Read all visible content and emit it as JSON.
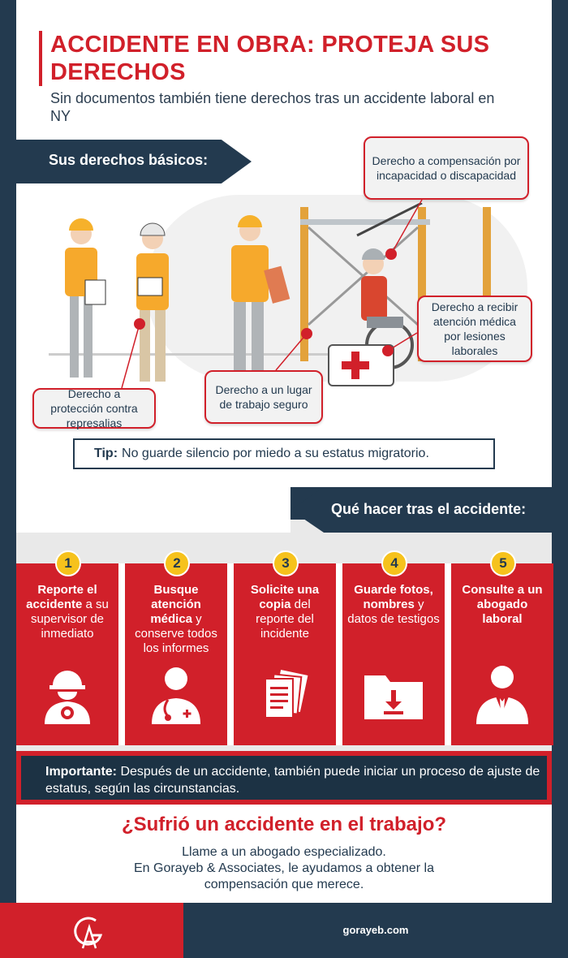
{
  "header": {
    "title": "ACCIDENTE EN OBRA: PROTEJA SUS DERECHOS",
    "subtitle": "Sin documentos también tiene derechos tras un accidente laboral en NY"
  },
  "rights": {
    "banner": "Sus derechos básicos:",
    "callouts": [
      "Derecho a compensación por incapacidad o discapacidad",
      "Derecho a recibir atención médica por lesiones laborales",
      "Derecho a protección contra represalias",
      "Derecho a un lugar de trabajo seguro"
    ],
    "tip_label": "Tip:",
    "tip_text": "No guarde silencio por miedo a su estatus migratorio."
  },
  "steps": {
    "banner": "Qué hacer tras el accidente:",
    "items": [
      {
        "num": "1",
        "bold": "Reporte el accidente",
        "rest": " a su supervisor de inmediato",
        "icon": "worker-gear-icon"
      },
      {
        "num": "2",
        "bold": "Busque atención médica",
        "rest": " y conserve todos los informes",
        "icon": "doctor-icon"
      },
      {
        "num": "3",
        "bold": "Solicite una copia",
        "rest": " del reporte del incidente",
        "icon": "documents-icon"
      },
      {
        "num": "4",
        "bold": "Guarde fotos, nombres",
        "rest": " y datos de testigos",
        "icon": "folder-download-icon"
      },
      {
        "num": "5",
        "bold": "Consulte a un abogado laboral",
        "rest": "",
        "icon": "lawyer-icon"
      }
    ]
  },
  "important": {
    "label": "Importante:",
    "text": "Después de un accidente, también puede iniciar un proceso de ajuste de estatus, según las circunstancias."
  },
  "cta": {
    "title": "¿Sufrió un accidente en el trabajo?",
    "line1": "Llame a un abogado especializado.",
    "line2": "En Gorayeb & Associates, le ayudamos a obtener la compensación que merece."
  },
  "footer": {
    "url": "gorayeb.com",
    "logo": "gorayeb-logo"
  },
  "colors": {
    "red": "#d1202a",
    "navy": "#233a4f",
    "yellow": "#f6c21c"
  }
}
